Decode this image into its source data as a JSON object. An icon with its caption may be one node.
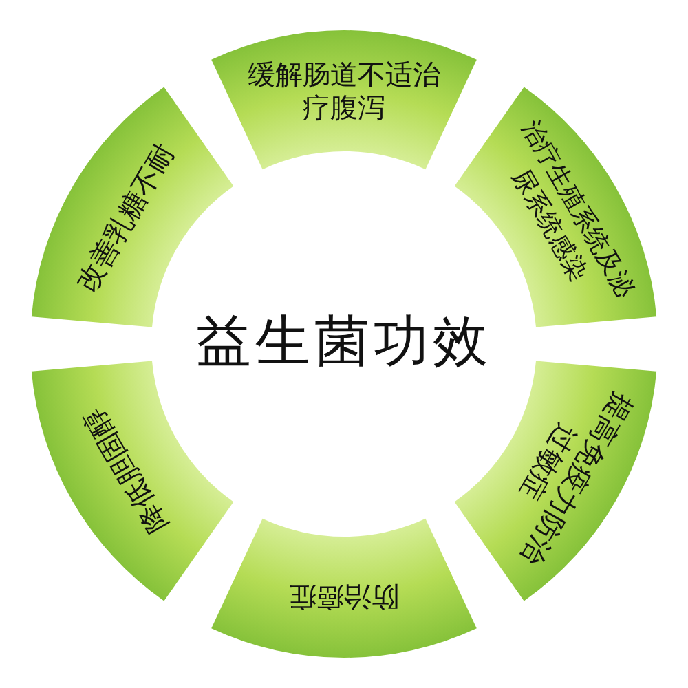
{
  "diagram": {
    "nodes": [
      {
        "text": [
          "缓解肠道不适治疗腹泻"
        ]
      },
      {
        "text": [
          "治疗生殖系统及泌尿系统感染"
        ]
      },
      {
        "text": [
          "提高免疫力防治过敏症"
        ]
      },
      {
        "text": [
          "防治癌症"
        ]
      },
      {
        "text": [
          "降低胆固醇"
        ]
      },
      {
        "text": [
          "改善乳糖不耐"
        ]
      }
    ],
    "labels": [
      "益生菌功效"
    ]
  }
}
